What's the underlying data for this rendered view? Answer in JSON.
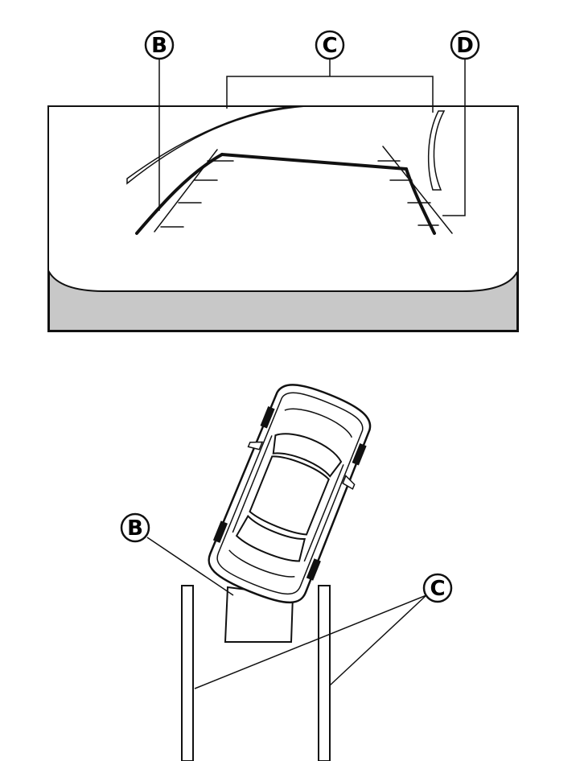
{
  "callouts": {
    "top_b": "B",
    "top_c": "C",
    "top_d": "D",
    "bottom_b": "B",
    "bottom_c": "C"
  },
  "colors": {
    "line": "#111111",
    "ground": "#c8c8c8",
    "background": "#ffffff"
  }
}
